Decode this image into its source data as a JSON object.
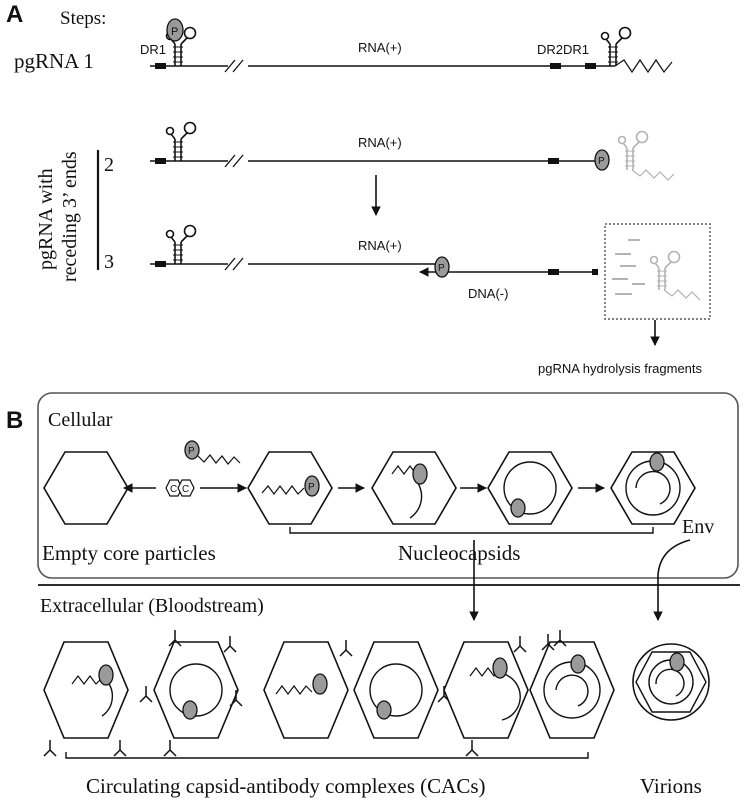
{
  "panelA": {
    "label": "A",
    "steps_header": "Steps:",
    "row1_label": "pgRNA 1",
    "dr1": "DR1",
    "dr2dr1": "DR2DR1",
    "rna_plus": "RNA(+)",
    "side_label_line1": "pgRNA with",
    "side_label_line2": "receding 3’ ends",
    "step2": "2",
    "step3": "3",
    "dna_minus": "DNA(-)",
    "fragments": "pgRNA hydrolysis fragments",
    "p": "P"
  },
  "panelB": {
    "label": "B",
    "cellular": "Cellular",
    "empty_cores": "Empty core particles",
    "nucleocapsids": "Nucleocapsids",
    "env": "Env",
    "extracellular": "Extracellular (Bloodstream)",
    "cacs": "Circulating capsid-antibody complexes (CACs)",
    "virions": "Virions",
    "c1": "C",
    "c2": "C",
    "p": "P"
  },
  "colors": {
    "ink": "#111111",
    "grey_fill": "#9a9a9a",
    "faded": "#b3b3b3",
    "box_border": "#555555"
  }
}
